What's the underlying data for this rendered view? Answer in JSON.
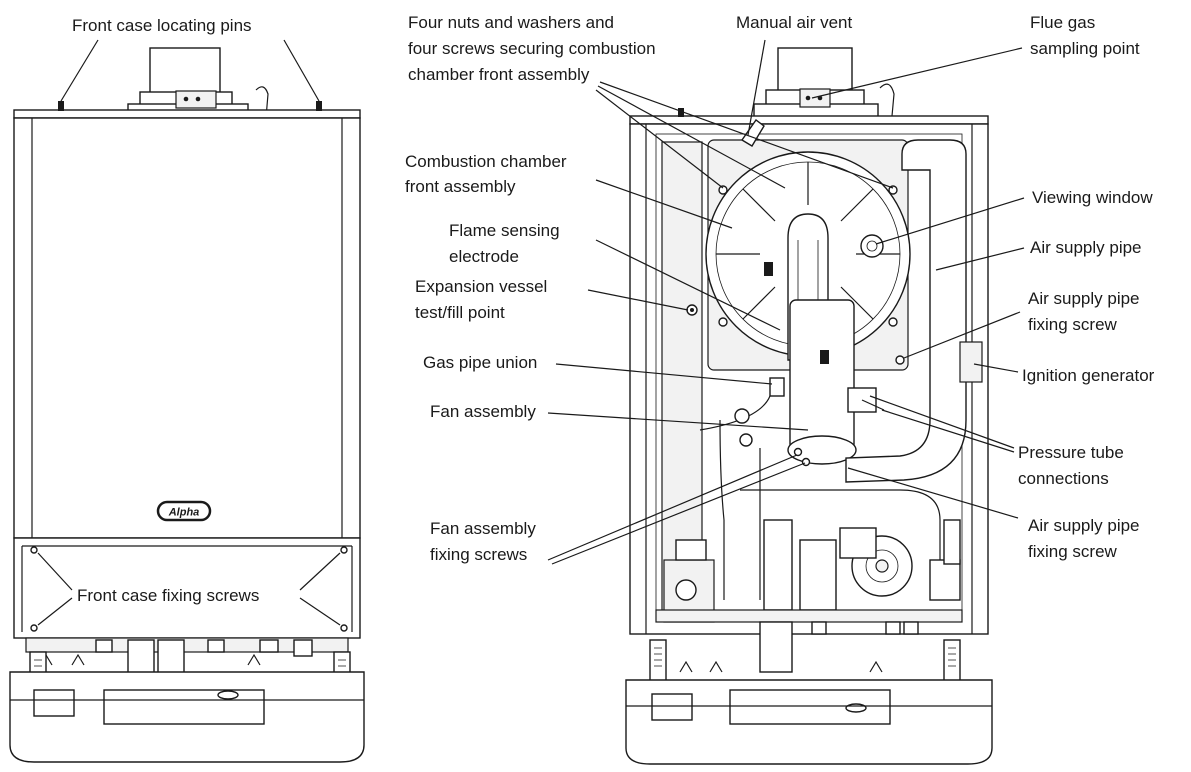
{
  "labels": {
    "front_case_locating_pins": "Front case locating pins",
    "front_case_fixing_screws": "Front case fixing screws",
    "four_nuts_l1": "Four nuts and washers and",
    "four_nuts_l2": "four screws securing combustion",
    "four_nuts_l3": "chamber front assembly",
    "manual_air_vent": "Manual air vent",
    "flue_gas_l1": "Flue gas",
    "flue_gas_l2": "sampling point",
    "combustion_chamber_l1": "Combustion chamber",
    "combustion_chamber_l2": "front assembly",
    "flame_sensing_l1": "Flame sensing",
    "flame_sensing_l2": "electrode",
    "expansion_vessel_l1": "Expansion vessel",
    "expansion_vessel_l2": "test/fill point",
    "gas_pipe_union": "Gas pipe union",
    "fan_assembly": "Fan assembly",
    "fan_assembly_fixing_l1": "Fan assembly",
    "fan_assembly_fixing_l2": "fixing screws",
    "viewing_window": "Viewing window",
    "air_supply_pipe": "Air supply pipe",
    "air_supply_fixing_top_l1": "Air supply pipe",
    "air_supply_fixing_top_l2": "fixing screw",
    "ignition_generator": "Ignition generator",
    "pressure_tube_l1": "Pressure tube",
    "pressure_tube_l2": "connections",
    "air_supply_fixing_bottom_l1": "Air supply pipe",
    "air_supply_fixing_bottom_l2": "fixing screw"
  },
  "logo_text": "Alpha"
}
